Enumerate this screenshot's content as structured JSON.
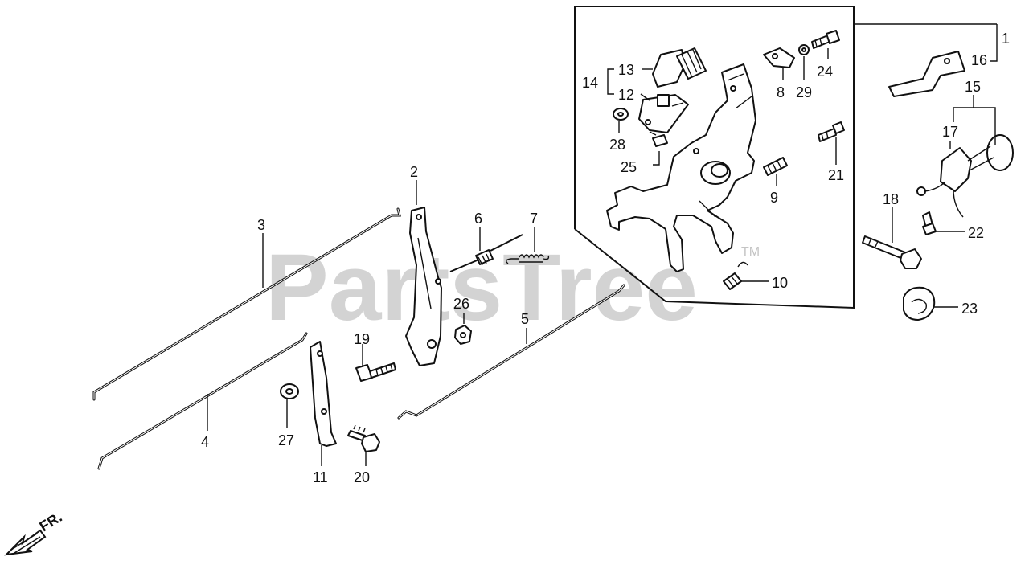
{
  "watermark": {
    "text": "PartsTree",
    "mark": "TM"
  },
  "direction": {
    "label": "FR.",
    "icon": "front-arrow-icon"
  },
  "parts": [
    {
      "id": "1",
      "label": "1"
    },
    {
      "id": "2",
      "label": "2"
    },
    {
      "id": "3",
      "label": "3"
    },
    {
      "id": "4",
      "label": "4"
    },
    {
      "id": "5",
      "label": "5"
    },
    {
      "id": "6",
      "label": "6"
    },
    {
      "id": "7",
      "label": "7"
    },
    {
      "id": "8",
      "label": "8"
    },
    {
      "id": "9",
      "label": "9"
    },
    {
      "id": "10",
      "label": "10"
    },
    {
      "id": "11",
      "label": "11"
    },
    {
      "id": "12",
      "label": "12"
    },
    {
      "id": "13",
      "label": "13"
    },
    {
      "id": "14",
      "label": "14"
    },
    {
      "id": "15",
      "label": "15"
    },
    {
      "id": "16",
      "label": "16"
    },
    {
      "id": "17",
      "label": "17"
    },
    {
      "id": "18",
      "label": "18"
    },
    {
      "id": "19",
      "label": "19"
    },
    {
      "id": "20",
      "label": "20"
    },
    {
      "id": "21",
      "label": "21"
    },
    {
      "id": "22",
      "label": "22"
    },
    {
      "id": "23",
      "label": "23"
    },
    {
      "id": "24",
      "label": "24"
    },
    {
      "id": "25",
      "label": "25"
    },
    {
      "id": "26",
      "label": "26"
    },
    {
      "id": "27",
      "label": "27"
    },
    {
      "id": "28",
      "label": "28"
    },
    {
      "id": "29",
      "label": "29"
    }
  ]
}
